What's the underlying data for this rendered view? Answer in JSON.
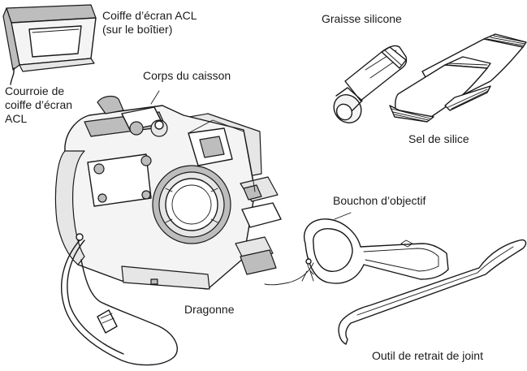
{
  "labels": {
    "lcd_hood": [
      "Coiffe d’écran ACL",
      "(sur le boîtier)"
    ],
    "hood_strap": [
      "Courroie de",
      "coiffe d’écran",
      "ACL"
    ],
    "housing_body": "Corps du caisson",
    "silicone_grease": "Graisse silicone",
    "silica_gel": "Sel de silice",
    "lens_cap": "Bouchon d’objectif",
    "wrist_strap": "Dragonne",
    "seal_removal_tool": "Outil de retrait de joint"
  }
}
